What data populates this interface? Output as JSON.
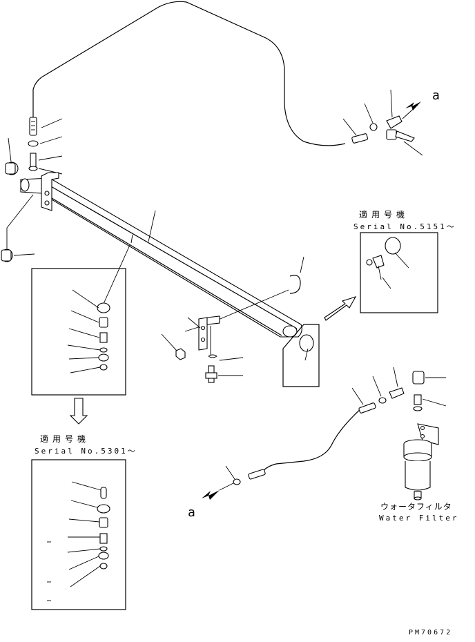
{
  "callouts": {
    "arrow_a_top": "a",
    "arrow_a_bottom": "a"
  },
  "insets": {
    "serial_5151": {
      "title_jp": "適用号機",
      "serial": "Serial No.5151～"
    },
    "serial_5301": {
      "title_jp": "適用号機",
      "serial": "Serial No.5301～"
    }
  },
  "water_filter": {
    "label_jp": "ウォータフィルタ",
    "label_en": "Water Filter"
  },
  "drawing_code": "PM70672"
}
